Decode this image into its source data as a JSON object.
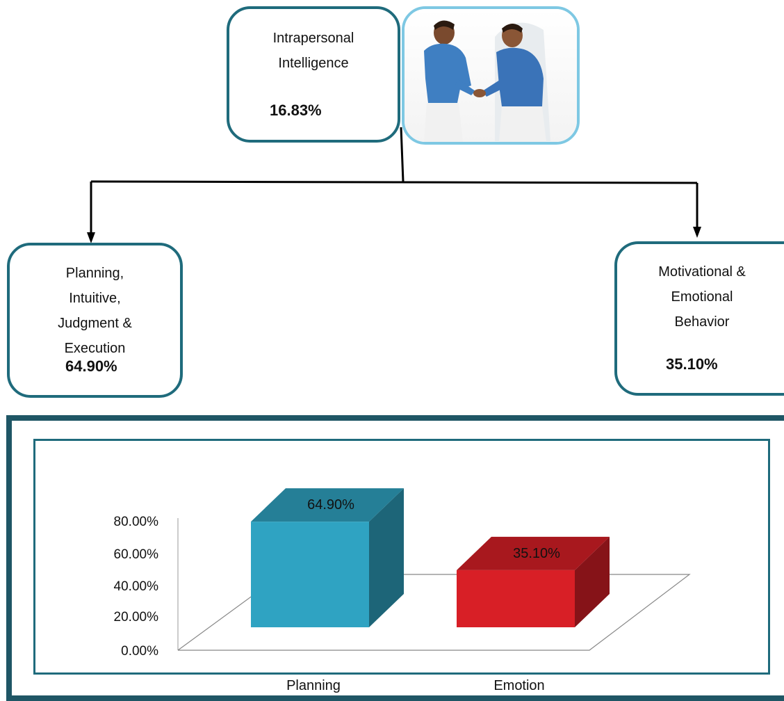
{
  "diagram": {
    "top": {
      "label_lines": [
        "Intrapersonal",
        "Intelligence"
      ],
      "value": "16.83%"
    },
    "image": {
      "description_icon": "handshake-photo"
    },
    "left": {
      "label_lines": [
        "Planning,",
        "Intuitive,",
        "Judgment &",
        "Execution"
      ],
      "value": "64.90%"
    },
    "right": {
      "label_lines": [
        "Motivational &",
        "Emotional",
        "Behavior"
      ],
      "value": "35.10%"
    }
  },
  "chart_data": {
    "type": "bar",
    "categories": [
      "Planning",
      "Emotion"
    ],
    "values": [
      64.9,
      35.1
    ],
    "data_labels": [
      "64.90%",
      "35.10%"
    ],
    "y_ticks": [
      "0.00%",
      "20.00%",
      "40.00%",
      "60.00%",
      "80.00%"
    ],
    "ylim": [
      0,
      80
    ],
    "colors": [
      "#2fa3c2",
      "#d81f26"
    ],
    "style": "3d",
    "grid": false
  }
}
